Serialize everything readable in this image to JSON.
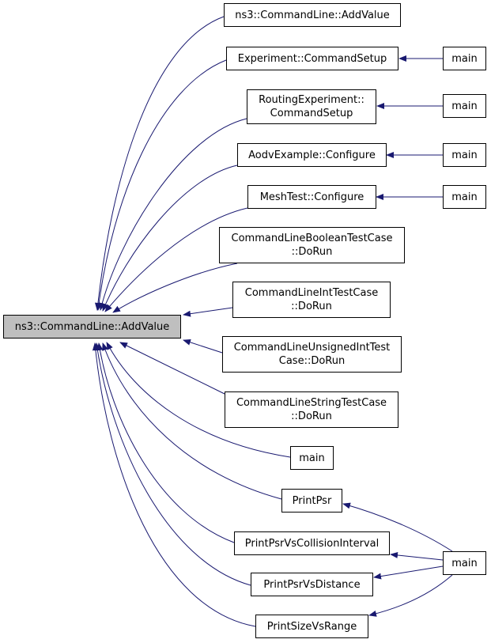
{
  "graph": {
    "edge_color": "#191970",
    "root_fill": "#bfbfbf",
    "nodes": {
      "root": "ns3::CommandLine::AddValue",
      "addvalue": "ns3::CommandLine::AddValue",
      "exp_cmd": "Experiment::CommandSetup",
      "main1": "main",
      "routing_cmd": "RoutingExperiment::\nCommandSetup",
      "main2": "main",
      "aodv_cfg": "AodvExample::Configure",
      "main3": "main",
      "mesh_cfg": "MeshTest::Configure",
      "main4": "main",
      "bool_test": "CommandLineBooleanTestCase\n::DoRun",
      "int_test": "CommandLineIntTestCase\n::DoRun",
      "uint_test": "CommandLineUnsignedIntTest\nCase::DoRun",
      "string_test": "CommandLineStringTestCase\n::DoRun",
      "main5": "main",
      "print_psr": "PrintPsr",
      "print_psr_ci": "PrintPsrVsCollisionInterval",
      "print_psr_dist": "PrintPsrVsDistance",
      "print_size_range": "PrintSizeVsRange",
      "main6": "main"
    }
  }
}
